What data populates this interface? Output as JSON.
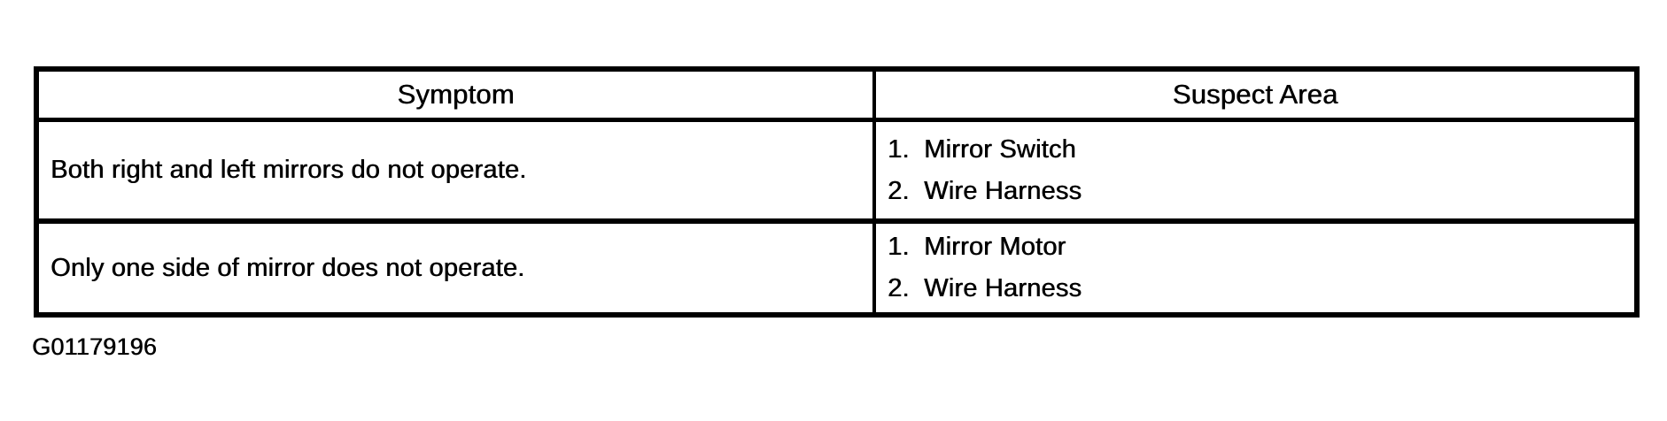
{
  "table": {
    "columns": [
      {
        "header": "Symptom"
      },
      {
        "header": "Suspect Area"
      }
    ],
    "rows": [
      {
        "symptom": "Both right and left mirrors do not operate.",
        "suspects": [
          {
            "num": "1.",
            "label": "Mirror Switch"
          },
          {
            "num": "2.",
            "label": "Wire Harness"
          }
        ]
      },
      {
        "symptom": "Only one side of mirror does not operate.",
        "suspects": [
          {
            "num": "1.",
            "label": "Mirror Motor"
          },
          {
            "num": "2.",
            "label": "Wire Harness"
          }
        ]
      }
    ]
  },
  "caption": "G01179196",
  "colors": {
    "ink": "#000000",
    "paper": "#ffffff"
  }
}
